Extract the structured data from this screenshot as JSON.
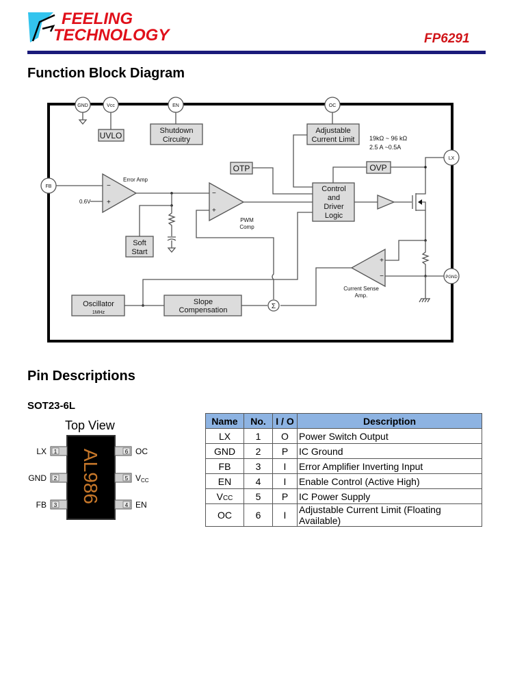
{
  "header": {
    "brand_line1": "FEELING",
    "brand_line2": "TECHNOLOGY",
    "part_number": "FP6291",
    "colors": {
      "brand_red": "#e0101a",
      "rule_navy": "#1a1a7a",
      "logo_cyan": "#33c4ee"
    }
  },
  "block_diagram": {
    "title": "Function Block Diagram",
    "pins": {
      "gnd": "GND",
      "vcc": "Vcc",
      "en": "EN",
      "oc": "OC",
      "lx": "LX",
      "fb": "FB",
      "pgnd": "PGND"
    },
    "blocks": {
      "uvlo": "UVLO",
      "shutdown_l1": "Shutdown",
      "shutdown_l2": "Circuitry",
      "acl_l1": "Adjustable",
      "acl_l2": "Current Limit",
      "otp": "OTP",
      "ovp": "OVP",
      "ctrl_l1": "Control",
      "ctrl_l2": "and",
      "ctrl_l3": "Driver",
      "ctrl_l4": "Logic",
      "soft_l1": "Soft",
      "soft_l2": "Start",
      "osc_l1": "Oscillator",
      "osc_l2": "1MHz",
      "slope_l1": "Slope",
      "slope_l2": "Compensation",
      "sum": "Σ"
    },
    "labels": {
      "error_amp": "Error Amp",
      "vref": "0.6V",
      "pwm_l1": "PWM",
      "pwm_l2": "Comp",
      "csa_l1": "Current Sense",
      "csa_l2": "Amp.",
      "res_range": "19kΩ ~ 96 kΩ",
      "cur_range": "2.5 A ~0.5A",
      "minus": "−",
      "plus": "+"
    }
  },
  "pin_descriptions": {
    "title": "Pin Descriptions",
    "package": "SOT23-6L",
    "view": "Top View",
    "chip_marking": "AL986",
    "left_pins": [
      {
        "num": "1",
        "name": "LX"
      },
      {
        "num": "2",
        "name": "GND"
      },
      {
        "num": "3",
        "name": "FB"
      }
    ],
    "right_pins": [
      {
        "num": "6",
        "name": "OC"
      },
      {
        "num": "5",
        "name": "V",
        "sub": "CC"
      },
      {
        "num": "4",
        "name": "EN"
      }
    ],
    "table": {
      "headers": [
        "Name",
        "No.",
        "I / O",
        "Description"
      ],
      "rows": [
        {
          "name": "LX",
          "sub": "",
          "no": "1",
          "io": "O",
          "desc": "Power Switch Output"
        },
        {
          "name": "GND",
          "sub": "",
          "no": "2",
          "io": "P",
          "desc": "IC Ground"
        },
        {
          "name": "FB",
          "sub": "",
          "no": "3",
          "io": "I",
          "desc": "Error Amplifier Inverting Input"
        },
        {
          "name": "EN",
          "sub": "",
          "no": "4",
          "io": "I",
          "desc": "Enable Control (Active High)"
        },
        {
          "name": "V",
          "sub": "CC",
          "no": "5",
          "io": "P",
          "desc": "IC Power Supply"
        },
        {
          "name": "OC",
          "sub": "",
          "no": "6",
          "io": "I",
          "desc": "Adjustable Current Limit (Floating Available)"
        }
      ]
    }
  }
}
